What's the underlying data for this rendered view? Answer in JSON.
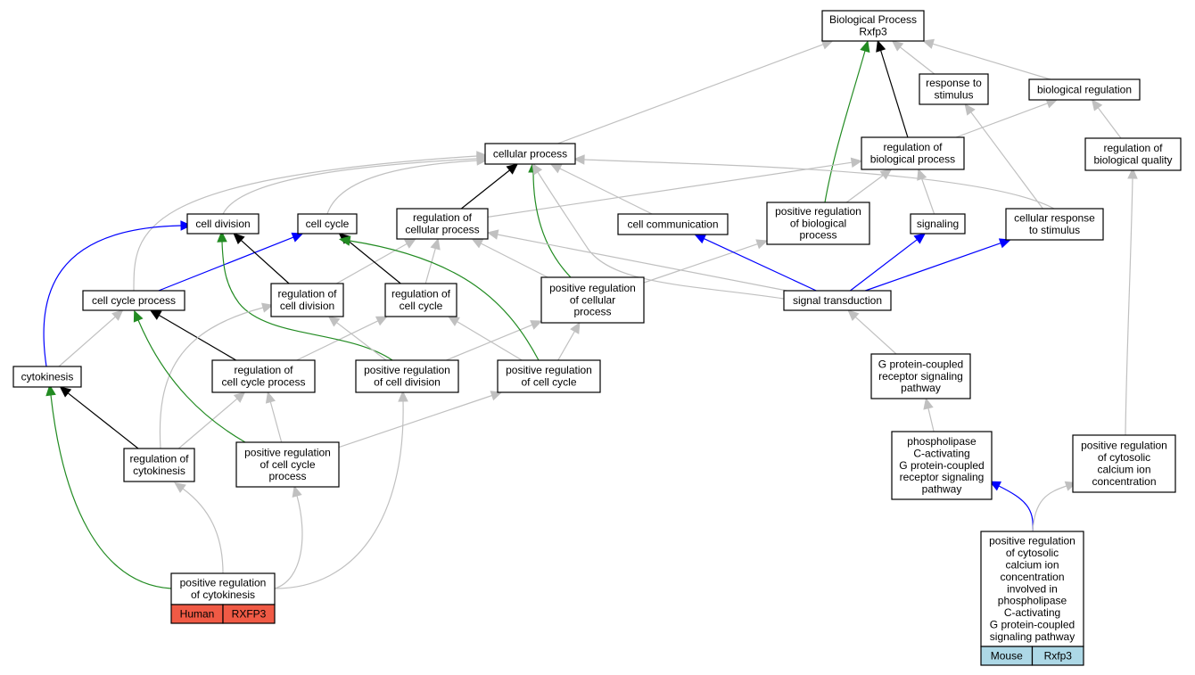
{
  "colors": {
    "is_a": "#c0c0c0",
    "part_of": "#000000",
    "positively_regulates": "#228b22",
    "regulates": "#0000ff",
    "human_tag": "#f05a45",
    "mouse_tag": "#add8e6"
  },
  "nodes": [
    {
      "id": "bp",
      "lines": [
        "Biological Process",
        "Rxfp3"
      ]
    },
    {
      "id": "resp",
      "lines": [
        "response to",
        "stimulus"
      ]
    },
    {
      "id": "bioreg",
      "lines": [
        "biological regulation"
      ]
    },
    {
      "id": "cellproc",
      "lines": [
        "cellular process"
      ]
    },
    {
      "id": "regbp",
      "lines": [
        "regulation of",
        "biological process"
      ]
    },
    {
      "id": "regbq",
      "lines": [
        "regulation of",
        "biological quality"
      ]
    },
    {
      "id": "celldiv",
      "lines": [
        "cell division"
      ]
    },
    {
      "id": "cellcycle",
      "lines": [
        "cell cycle"
      ]
    },
    {
      "id": "regcp",
      "lines": [
        "regulation of",
        "cellular process"
      ]
    },
    {
      "id": "cellcomm",
      "lines": [
        "cell communication"
      ]
    },
    {
      "id": "posregbp",
      "lines": [
        "positive regulation",
        "of biological",
        "process"
      ]
    },
    {
      "id": "signaling",
      "lines": [
        "signaling"
      ]
    },
    {
      "id": "cellresp",
      "lines": [
        "cellular response",
        "to stimulus"
      ]
    },
    {
      "id": "ccp",
      "lines": [
        "cell cycle process"
      ]
    },
    {
      "id": "regcd",
      "lines": [
        "regulation of",
        "cell division"
      ]
    },
    {
      "id": "regcc",
      "lines": [
        "regulation of",
        "cell cycle"
      ]
    },
    {
      "id": "posregcp",
      "lines": [
        "positive regulation",
        "of cellular",
        "process"
      ]
    },
    {
      "id": "sigtrans",
      "lines": [
        "signal transduction"
      ]
    },
    {
      "id": "cytok",
      "lines": [
        "cytokinesis"
      ]
    },
    {
      "id": "regccp",
      "lines": [
        "regulation of",
        "cell cycle process"
      ]
    },
    {
      "id": "posregcd",
      "lines": [
        "positive regulation",
        "of cell division"
      ]
    },
    {
      "id": "posregcc",
      "lines": [
        "positive regulation",
        "of cell cycle"
      ]
    },
    {
      "id": "gpcr",
      "lines": [
        "G protein-coupled",
        "receptor signaling",
        "pathway"
      ]
    },
    {
      "id": "regcyt",
      "lines": [
        "regulation of",
        "cytokinesis"
      ]
    },
    {
      "id": "posregccp",
      "lines": [
        "positive regulation",
        "of cell cycle",
        "process"
      ]
    },
    {
      "id": "plc",
      "lines": [
        "phospholipase",
        "C-activating",
        "G protein-coupled",
        "receptor signaling",
        "pathway"
      ]
    },
    {
      "id": "posregcyto",
      "lines": [
        "positive regulation",
        "of cytosolic",
        "calcium ion",
        "concentration"
      ]
    },
    {
      "id": "posregcytk",
      "lines": [
        "positive regulation",
        "of cytokinesis"
      ]
    },
    {
      "id": "posregcytoplc",
      "lines": [
        "positive regulation",
        "of cytosolic",
        "calcium ion",
        "concentration",
        "involved in",
        "phospholipase",
        "C-activating",
        "G protein-coupled",
        "signaling pathway"
      ]
    }
  ],
  "tags": [
    {
      "node": "posregcytk",
      "species": "Human",
      "gene": "RXFP3",
      "color_key": "human_tag"
    },
    {
      "node": "posregcytoplc",
      "species": "Mouse",
      "gene": "Rxfp3",
      "color_key": "mouse_tag"
    }
  ],
  "edges": [
    {
      "from": "resp",
      "to": "bp",
      "type": "is_a"
    },
    {
      "from": "bioreg",
      "to": "bp",
      "type": "is_a"
    },
    {
      "from": "cellproc",
      "to": "bp",
      "type": "is_a"
    },
    {
      "from": "regbp",
      "to": "bioreg",
      "type": "is_a"
    },
    {
      "from": "regbp",
      "to": "bp",
      "type": "part_of"
    },
    {
      "from": "regbq",
      "to": "bioreg",
      "type": "is_a"
    },
    {
      "from": "posregbp",
      "to": "bp",
      "type": "positively_regulates"
    },
    {
      "from": "posregbp",
      "to": "regbp",
      "type": "is_a"
    },
    {
      "from": "signaling",
      "to": "regbp",
      "type": "is_a"
    },
    {
      "from": "cellresp",
      "to": "resp",
      "type": "is_a"
    },
    {
      "from": "cellresp",
      "to": "cellproc",
      "type": "is_a"
    },
    {
      "from": "celldiv",
      "to": "cellproc",
      "type": "is_a"
    },
    {
      "from": "cellcycle",
      "to": "cellproc",
      "type": "is_a"
    },
    {
      "from": "regcp",
      "to": "cellproc",
      "type": "part_of"
    },
    {
      "from": "regcp",
      "to": "regbp",
      "type": "is_a"
    },
    {
      "from": "cellcomm",
      "to": "cellproc",
      "type": "is_a"
    },
    {
      "from": "ccp",
      "to": "cellproc",
      "type": "is_a"
    },
    {
      "from": "ccp",
      "to": "cellcycle",
      "type": "regulates"
    },
    {
      "from": "regcd",
      "to": "celldiv",
      "type": "part_of"
    },
    {
      "from": "regcd",
      "to": "regcp",
      "type": "is_a"
    },
    {
      "from": "regcc",
      "to": "cellcycle",
      "type": "part_of"
    },
    {
      "from": "regcc",
      "to": "regcp",
      "type": "is_a"
    },
    {
      "from": "posregcp",
      "to": "cellproc",
      "type": "positively_regulates"
    },
    {
      "from": "posregcp",
      "to": "regcp",
      "type": "is_a"
    },
    {
      "from": "posregcp",
      "to": "posregbp",
      "type": "is_a"
    },
    {
      "from": "sigtrans",
      "to": "cellproc",
      "type": "is_a"
    },
    {
      "from": "sigtrans",
      "to": "regcp",
      "type": "is_a"
    },
    {
      "from": "sigtrans",
      "to": "cellcomm",
      "type": "regulates"
    },
    {
      "from": "sigtrans",
      "to": "signaling",
      "type": "regulates"
    },
    {
      "from": "sigtrans",
      "to": "cellresp",
      "type": "regulates"
    },
    {
      "from": "cytok",
      "to": "celldiv",
      "type": "regulates"
    },
    {
      "from": "cytok",
      "to": "ccp",
      "type": "is_a"
    },
    {
      "from": "regccp",
      "to": "ccp",
      "type": "part_of"
    },
    {
      "from": "regccp",
      "to": "regcc",
      "type": "is_a"
    },
    {
      "from": "posregcd",
      "to": "celldiv",
      "type": "positively_regulates"
    },
    {
      "from": "posregcd",
      "to": "regcd",
      "type": "is_a"
    },
    {
      "from": "posregcd",
      "to": "posregcp",
      "type": "is_a"
    },
    {
      "from": "posregcc",
      "to": "cellcycle",
      "type": "positively_regulates"
    },
    {
      "from": "posregcc",
      "to": "regcc",
      "type": "is_a"
    },
    {
      "from": "posregcc",
      "to": "posregcp",
      "type": "is_a"
    },
    {
      "from": "gpcr",
      "to": "sigtrans",
      "type": "is_a"
    },
    {
      "from": "regcyt",
      "to": "cytok",
      "type": "part_of"
    },
    {
      "from": "regcyt",
      "to": "regccp",
      "type": "is_a"
    },
    {
      "from": "regcyt",
      "to": "regcd",
      "type": "is_a"
    },
    {
      "from": "posregccp",
      "to": "ccp",
      "type": "positively_regulates"
    },
    {
      "from": "posregccp",
      "to": "regccp",
      "type": "is_a"
    },
    {
      "from": "posregccp",
      "to": "posregcc",
      "type": "is_a"
    },
    {
      "from": "plc",
      "to": "gpcr",
      "type": "is_a"
    },
    {
      "from": "posregcyto",
      "to": "regbq",
      "type": "is_a"
    },
    {
      "from": "posregcytk",
      "to": "cytok",
      "type": "positively_regulates"
    },
    {
      "from": "posregcytk",
      "to": "regcyt",
      "type": "is_a"
    },
    {
      "from": "posregcytk",
      "to": "posregccp",
      "type": "is_a"
    },
    {
      "from": "posregcytk",
      "to": "posregcd",
      "type": "is_a"
    },
    {
      "from": "posregcytoplc",
      "to": "plc",
      "type": "regulates"
    },
    {
      "from": "posregcytoplc",
      "to": "posregcyto",
      "type": "is_a"
    }
  ]
}
